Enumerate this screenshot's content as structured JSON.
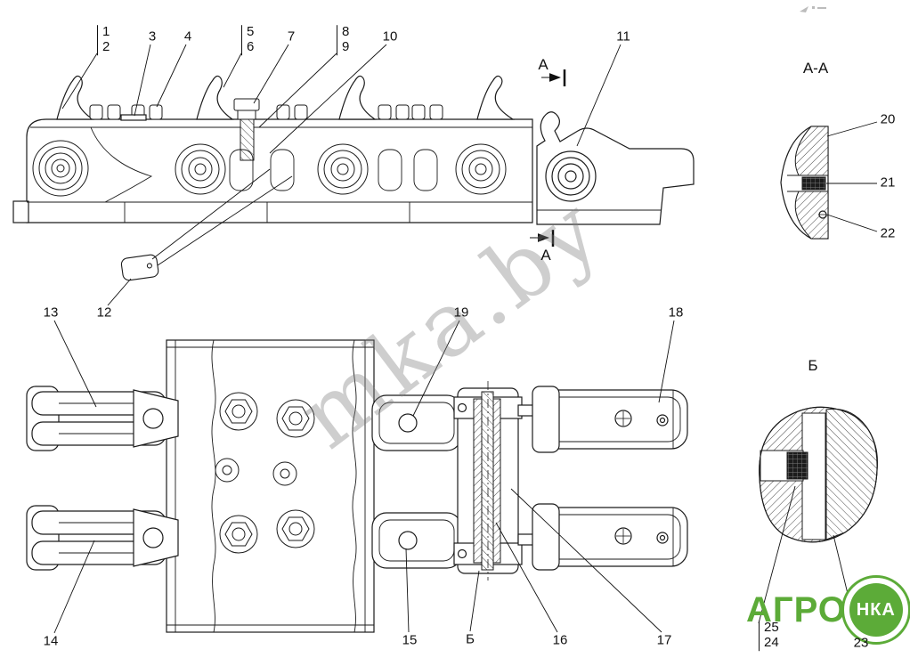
{
  "section_labels": {
    "cut_top": "А",
    "cut_bottom": "А",
    "view_aa": "А-А",
    "detail_b": "Б"
  },
  "callouts": {
    "c1": "1",
    "c2": "2",
    "c3": "3",
    "c4": "4",
    "c5": "5",
    "c6": "6",
    "c7": "7",
    "c8": "8",
    "c9": "9",
    "c10": "10",
    "c11": "11",
    "c12": "12",
    "c13": "13",
    "c14": "14",
    "c15": "15",
    "c16": "16",
    "c17": "17",
    "c18": "18",
    "c19": "19",
    "c20": "20",
    "c21": "21",
    "c22": "22",
    "c23": "23",
    "c24": "24",
    "c25": "25",
    "b_ref": "Б"
  },
  "watermark": {
    "text": "mka.by"
  },
  "logo": {
    "word": "АГРО",
    "emblem": "НКА"
  },
  "colors": {
    "line": "#1b1b1b",
    "logo_green": "#5cab38",
    "watermark_gray": "#7d7d7d"
  }
}
